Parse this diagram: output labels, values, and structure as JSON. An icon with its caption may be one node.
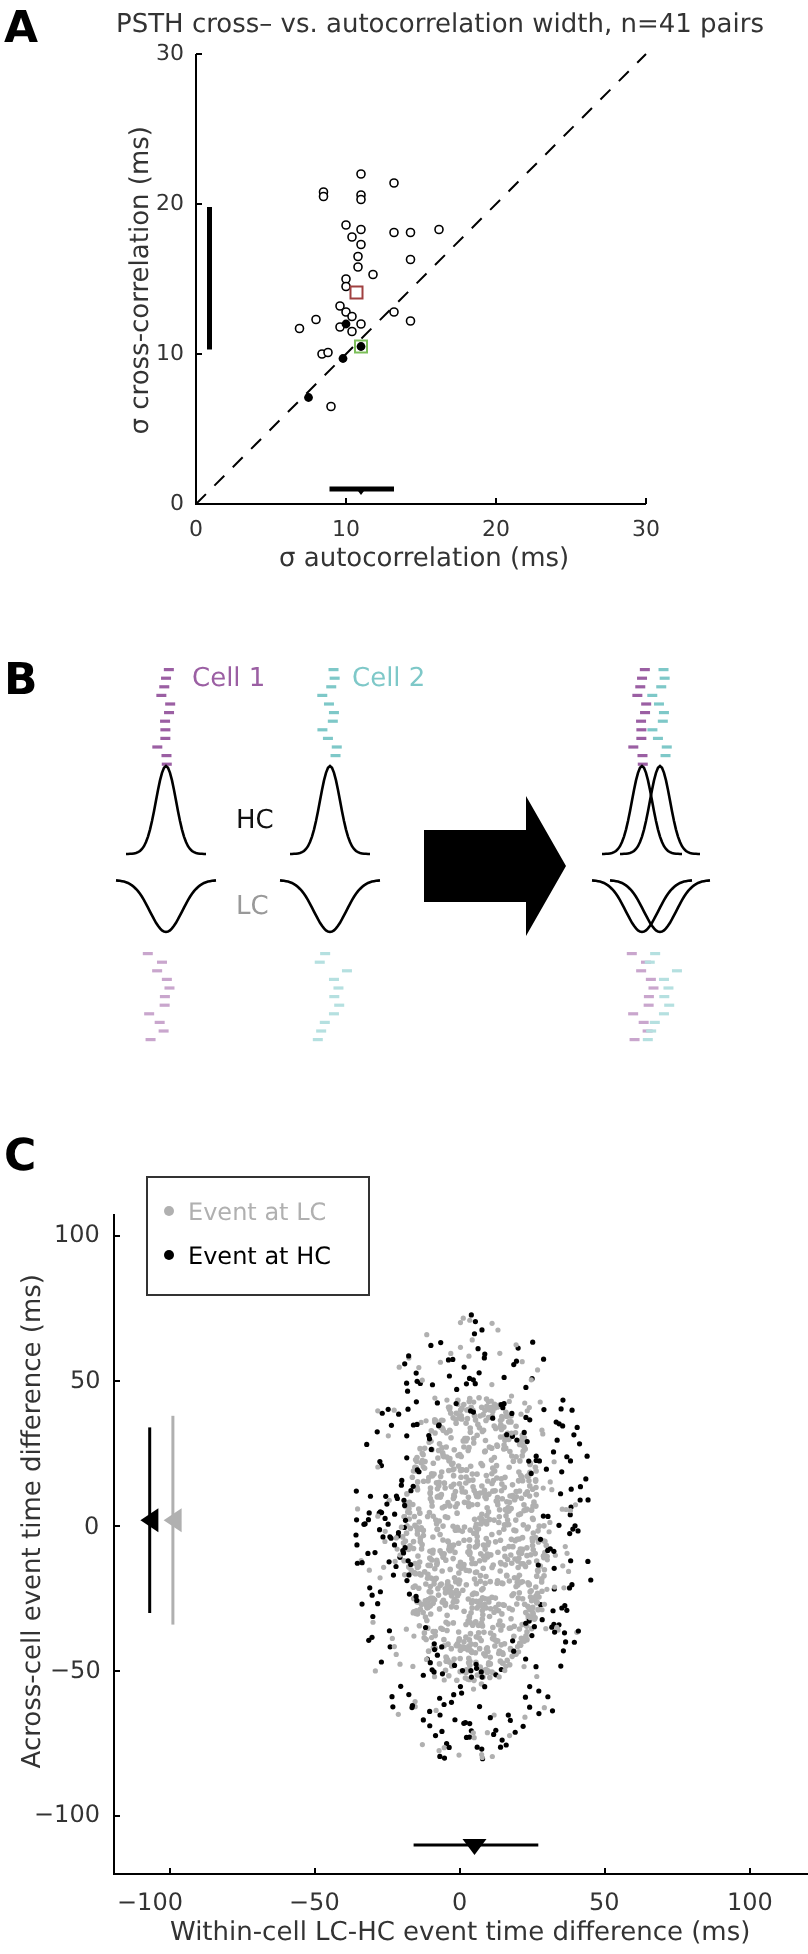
{
  "diagram": {
    "labels": [
      "A",
      "PSTH cross– vs. autocorrelation width, n=41 pairs",
      "30",
      "20",
      "10",
      "0",
      "σ cross-correlation (ms)",
      "0",
      "10",
      "20",
      "30",
      "σ autocorrelation (ms)",
      "B",
      "Cell 1",
      "Cell 2",
      "HC",
      "LC",
      "C",
      "100",
      "50",
      "0",
      "−50",
      "−100",
      "Across-cell event time difference (ms)",
      "−100",
      "−50",
      "0",
      "50",
      "100",
      "Within-cell LC-HC event time difference (ms)"
    ],
    "legend": [
      {
        "text": "Event at LC",
        "color": "#b0b0b0"
      },
      {
        "text": "Event at HC",
        "color": "#000000"
      }
    ]
  }
}
